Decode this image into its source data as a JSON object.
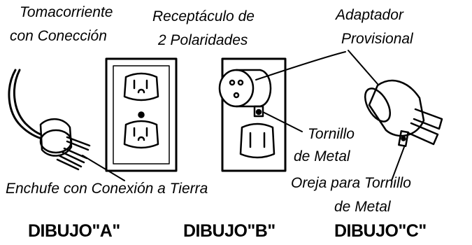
{
  "labels": {
    "tomacorriente_line1": "Tomacorriente",
    "tomacorriente_line2": "con Conección",
    "receptaculo_line1": "Receptáculo de",
    "receptaculo_line2": "2 Polaridades",
    "adaptador_line1": "Adaptador",
    "adaptador_line2": "Provisional",
    "tornillo_line1": "Tornillo",
    "tornillo_line2": "de Metal",
    "enchufe": "Enchufe con Conexión a Tierra",
    "oreja_line1": "Oreja para Tornillo",
    "oreja_line2": "de Metal"
  },
  "captions": {
    "a": "DIBUJO\"A\"",
    "b": "DIBUJO\"B\"",
    "c": "DIBUJO\"C\""
  }
}
